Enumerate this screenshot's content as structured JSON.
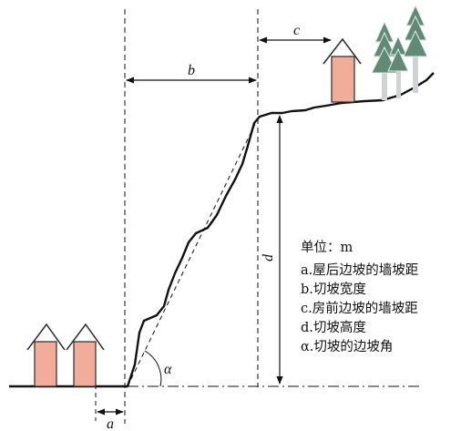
{
  "labels": {
    "a": "a",
    "b": "b",
    "c": "c",
    "d": "d",
    "alpha": "α"
  },
  "legend": {
    "unit": "单位：m",
    "items": [
      "a.屋后边坡的墙坡距",
      "b.切坡宽度",
      "c.房前边坡的墙坡距",
      "d.切坡高度",
      "α.切坡的边坡角"
    ]
  },
  "colors": {
    "house_fill": "#f2ac9a",
    "house_stroke": "#2a2a2a",
    "tree_fill": "#5f8b74",
    "tree_trunk": "#cfd3d6",
    "line": "#111111"
  },
  "icons": [
    "house-icon",
    "tree-icon"
  ]
}
